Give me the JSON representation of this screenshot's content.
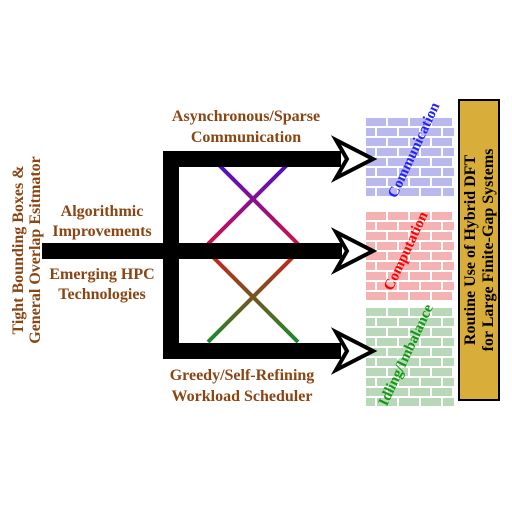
{
  "colors": {
    "label_brown": "#8a4513",
    "arrow": "#000000",
    "communication_text": "#2222ff",
    "computation_text": "#ff0000",
    "idling_text": "#119911",
    "wall_communication": "#b9b9ee",
    "wall_computation": "#f4b2b2",
    "wall_idling": "#b9d7b9",
    "banner_fill": "#d9ad3a",
    "banner_stroke": "#000000"
  },
  "left_label": {
    "line1": "Tight Bounding Boxes &",
    "line2": "General Overlap Esitmator"
  },
  "inputs": {
    "algorithmic_line1": "Algorithmic",
    "algorithmic_line2": "Improvements",
    "hpc_line1": "Emerging HPC",
    "hpc_line2": "Technologies"
  },
  "branches": {
    "top_line1": "Asynchronous/Sparse",
    "top_line2": "Communication",
    "bottom_line1": "Greedy/Self-Refining",
    "bottom_line2": "Workload Scheduler"
  },
  "walls": {
    "communication": "Communication",
    "computation": "Computation",
    "idling": "Idling/Imbalance"
  },
  "banner": {
    "line1": "Routine Use of Hybrid DFT",
    "line2": "for Large Finite-Gap Systems"
  }
}
